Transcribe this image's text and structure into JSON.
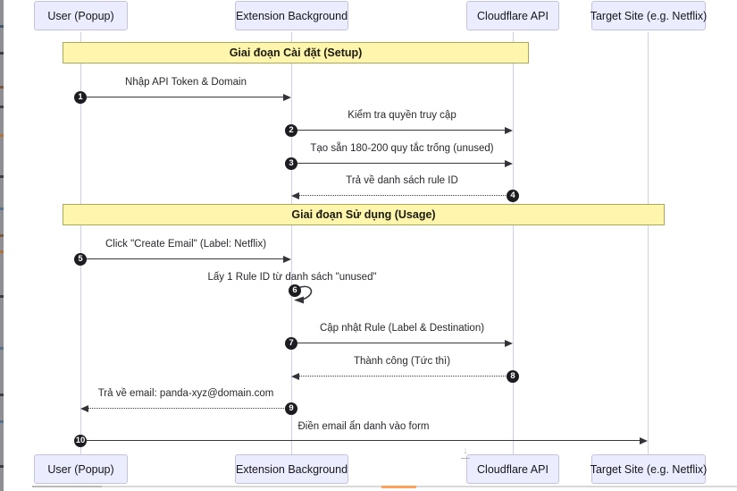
{
  "diagram": {
    "type": "sequence",
    "participants": [
      {
        "name": "User (Popup)"
      },
      {
        "name": "Extension Background"
      },
      {
        "name": "Cloudflare API"
      },
      {
        "name": "Target Site (e.g. Netflix)"
      }
    ],
    "phases": [
      {
        "label": "Giai đoạn Cài đặt (Setup)"
      },
      {
        "label": "Giai đoạn Sử dụng (Usage)"
      }
    ],
    "messages": [
      {
        "num": "1",
        "text": "Nhập API Token & Domain",
        "from": "User (Popup)",
        "to": "Extension Background",
        "line": "solid"
      },
      {
        "num": "2",
        "text": "Kiểm tra quyền truy cập",
        "from": "Extension Background",
        "to": "Cloudflare API",
        "line": "solid"
      },
      {
        "num": "3",
        "text": "Tạo sẵn 180-200 quy tắc trống (unused)",
        "from": "Extension Background",
        "to": "Cloudflare API",
        "line": "solid"
      },
      {
        "num": "4",
        "text": "Trả về danh sách rule ID",
        "from": "Cloudflare API",
        "to": "Extension Background",
        "line": "dotted"
      },
      {
        "num": "5",
        "text": "Click \"Create Email\" (Label: Netflix)",
        "from": "User (Popup)",
        "to": "Extension Background",
        "line": "solid"
      },
      {
        "num": "6",
        "text": "Lấy 1 Rule ID từ danh sách \"unused\"",
        "from": "Extension Background",
        "to": "Extension Background",
        "line": "self"
      },
      {
        "num": "7",
        "text": "Cập nhật Rule (Label & Destination)",
        "from": "Extension Background",
        "to": "Cloudflare API",
        "line": "solid"
      },
      {
        "num": "8",
        "text": "Thành công (Tức thì)",
        "from": "Cloudflare API",
        "to": "Extension Background",
        "line": "dotted"
      },
      {
        "num": "9",
        "text": "Trả về email: panda-xyz@domain.com",
        "from": "Extension Background",
        "to": "User (Popup)",
        "line": "dotted"
      },
      {
        "num": "10",
        "text": "Điền email ẩn danh vào form",
        "from": "User (Popup)",
        "to": "Target Site (e.g. Netflix)",
        "line": "solid"
      }
    ],
    "colors": {
      "actor_fill": "#ECECFF",
      "actor_border": "#C3C3E0",
      "phase_fill": "#FFF5AD",
      "phase_border": "#AAAA33",
      "arrow": "#383840",
      "number_badge": "#1C1C21",
      "lifeline": "#CFCFE6",
      "tab_accent": "#FFA35C"
    }
  }
}
